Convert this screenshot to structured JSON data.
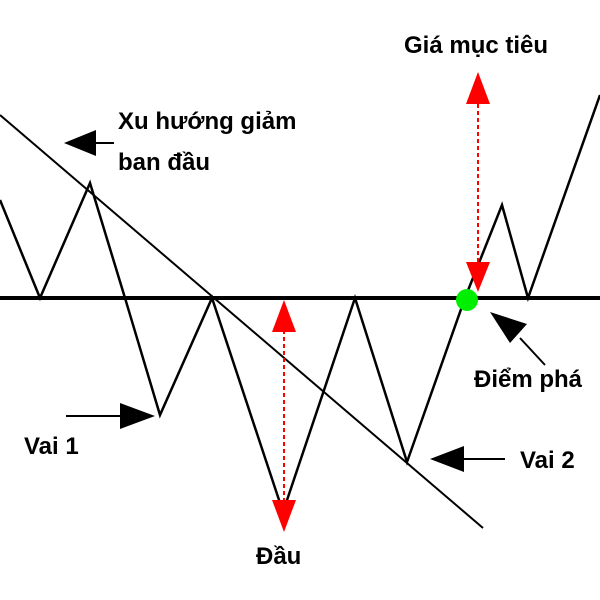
{
  "labels": {
    "target_price": "Giá mục tiêu",
    "initial_downtrend_line1": "Xu hướng giảm",
    "initial_downtrend_line2": "ban đầu",
    "left_shoulder": "Vai 1",
    "head": "Đầu",
    "right_shoulder": "Vai 2",
    "breakout_point": "Điểm phá"
  },
  "colors": {
    "line": "#000000",
    "arrow_red": "#ff0000",
    "breakout_marker": "#00ee00",
    "background": "#ffffff"
  },
  "icons": {
    "pointer": "black-arrow-icon",
    "measure_arrow": "red-double-arrow-icon",
    "breakout": "green-dot-icon"
  }
}
